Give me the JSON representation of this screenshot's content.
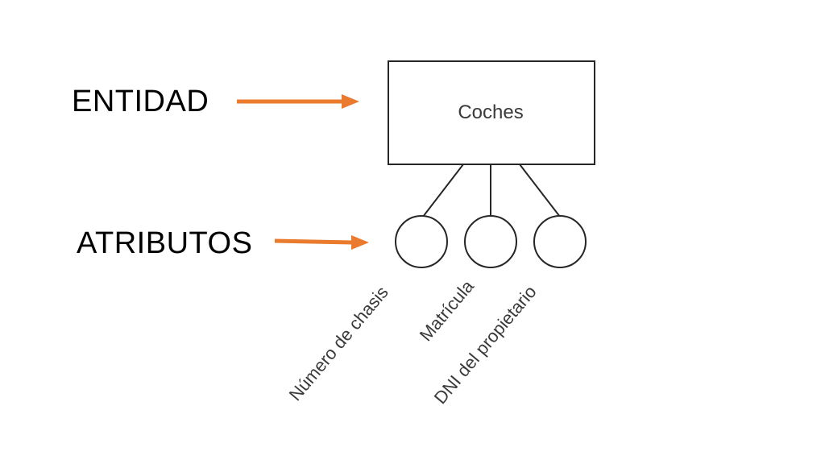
{
  "labels": {
    "entity": "ENTIDAD",
    "attributes": "ATRIBUTOS"
  },
  "diagram": {
    "entity_name": "Coches",
    "attributes": [
      "Número de chasis",
      "Matrícula",
      "DNI del propietario"
    ]
  },
  "colors": {
    "arrow": "#E97A2E",
    "stroke": "#262626",
    "text": "#3A3A3A"
  }
}
